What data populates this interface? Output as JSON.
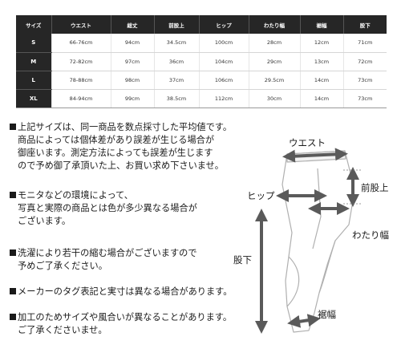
{
  "size_table": {
    "headers": [
      "サイズ",
      "ウエスト",
      "総丈",
      "前股上",
      "ヒップ",
      "わたり幅",
      "裾幅",
      "股下"
    ],
    "rows": [
      {
        "size": "S",
        "cells": [
          "66-76cm",
          "94cm",
          "34.5cm",
          "100cm",
          "28cm",
          "12cm",
          "71cm"
        ]
      },
      {
        "size": "M",
        "cells": [
          "72-82cm",
          "97cm",
          "36cm",
          "104cm",
          "29cm",
          "13cm",
          "72cm"
        ]
      },
      {
        "size": "L",
        "cells": [
          "78-88cm",
          "98cm",
          "37cm",
          "106cm",
          "29.5cm",
          "14cm",
          "73cm"
        ]
      },
      {
        "size": "XL",
        "cells": [
          "84-94cm",
          "99cm",
          "38.5cm",
          "112cm",
          "30cm",
          "14cm",
          "73cm"
        ]
      }
    ]
  },
  "notes": [
    {
      "lines": [
        "上記サイズは、同一商品を数点採寸した平均値です。",
        "商品によっては個体差があり誤差が生じる場合が",
        "御座います。測定方法によっても誤差が生じます",
        "ので予め御了承頂いた上、お買い求め下さいませ。"
      ]
    },
    {
      "lines": [
        "モニタなどの環境によって、",
        "写真と実際の商品とは色が多少異なる場合が",
        "ございます。"
      ]
    },
    {
      "lines": [
        "洗濯により若干の縮む場合がございますので",
        "予めご了承ください。"
      ]
    },
    {
      "lines": [
        "メーカーのタグ表記と実寸は異なる場合があります。"
      ]
    },
    {
      "lines": [
        "加工のためサイズや風合いが異なることがあります。",
        "ご了承くださいませ。"
      ]
    }
  ],
  "diagram": {
    "labels": {
      "waist": "ウエスト",
      "front_rise": "前股上",
      "hip": "ヒップ",
      "thigh": "わたり幅",
      "inseam": "股下",
      "hem": "裾幅"
    },
    "colors": {
      "arrow": "#5a5a5a",
      "pants_outline": "#b0b0b0"
    }
  }
}
